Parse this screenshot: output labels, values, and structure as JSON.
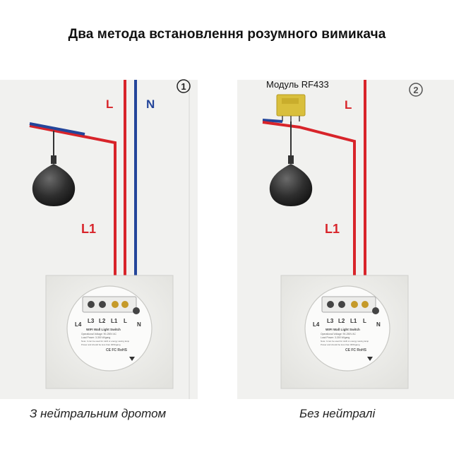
{
  "title": "Два метода встановлення розумного вимикача",
  "colors": {
    "live": "#d8242a",
    "neutral": "#24459a",
    "module": "#d9bf3c"
  },
  "diagram1": {
    "number": "①",
    "label_L": "L",
    "label_N": "N",
    "label_L1": "L1",
    "terminals": [
      "L3",
      "L2",
      "L1",
      "L"
    ],
    "label_L4": "L4",
    "label_N_terminal": "N",
    "caption": "З нейтральним дротом"
  },
  "diagram2": {
    "number": "②",
    "module_label": "Модуль RF433",
    "label_L": "L",
    "label_L1": "L1",
    "terminals": [
      "L3",
      "L2",
      "L1",
      "L"
    ],
    "label_L4": "L4",
    "label_N_terminal": "N",
    "caption": "Без нейтралі"
  },
  "switch_label": {
    "model": "WIFI Wall Light Switch",
    "line1": "Operational Voltage: 90-250V AC",
    "line2": "Load Power: 3-300 W/gang",
    "line3": "Note: It can be used for LED or energy saving lamp",
    "line4": "Power and should be less than 30W/gang",
    "ce": "CE FC RoHS"
  }
}
